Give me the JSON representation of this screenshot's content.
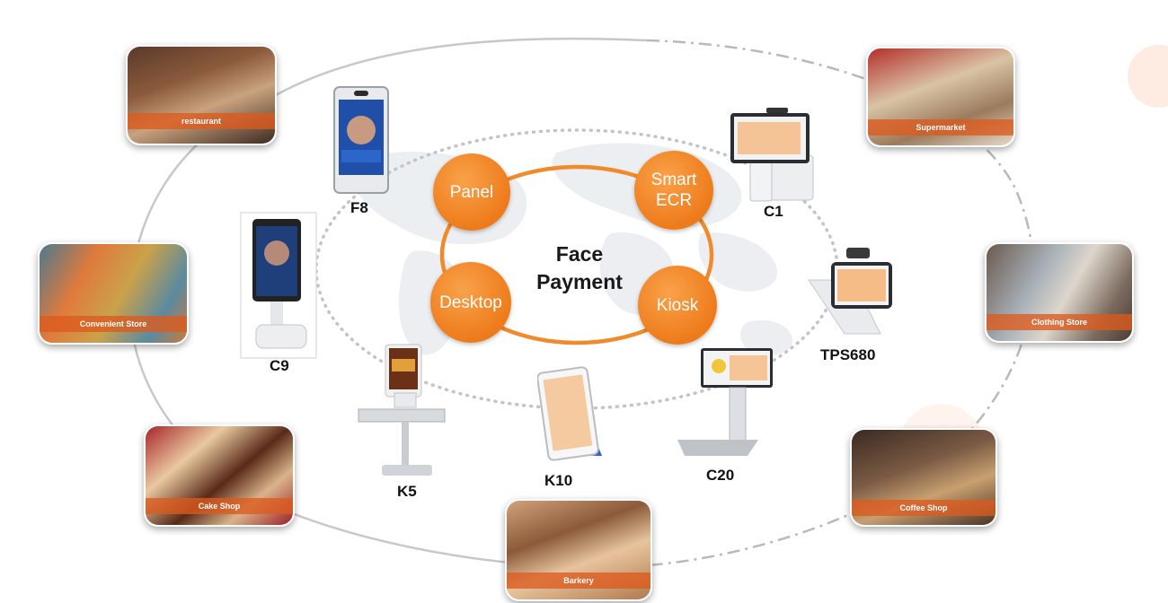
{
  "center": {
    "title_line1": "Face",
    "title_line2": "Payment"
  },
  "hubs": [
    {
      "id": "panel",
      "line1": "Panel",
      "line2": ""
    },
    {
      "id": "smart-ecr",
      "line1": "Smart",
      "line2": "ECR"
    },
    {
      "id": "desktop",
      "line1": "Desktop",
      "line2": ""
    },
    {
      "id": "kiosk",
      "line1": "Kiosk",
      "line2": ""
    }
  ],
  "products": {
    "f8": "F8",
    "c1": "C1",
    "c9": "C9",
    "tps680": "TPS680",
    "k5": "K5",
    "k10": "K10",
    "c20": "C20"
  },
  "scenes": {
    "restaurant": "restaurant",
    "supermarket": "Supermarket",
    "convenient_store": "Convenient Store",
    "clothing_store": "Clothing Store",
    "cake_shop": "Cake Shop",
    "coffee_shop": "Coffee Shop",
    "barkery": "Barkery"
  },
  "colors": {
    "hub_orange": "#ee7b1b",
    "scene_band": "#dc5a1e",
    "ring_orange": "#f08a2a"
  },
  "icons": {
    "map": "world-map-background",
    "device": "pos-terminal-illustration"
  }
}
